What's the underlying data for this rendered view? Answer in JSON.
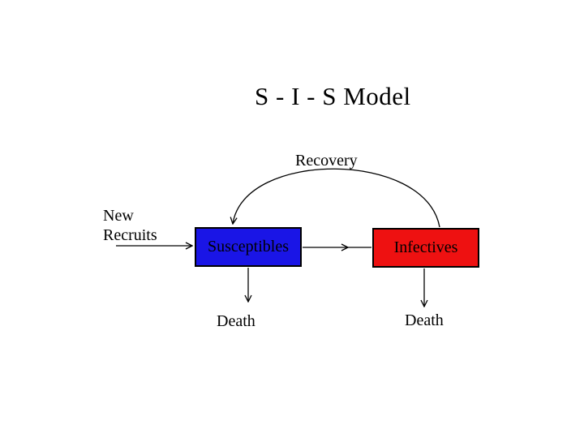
{
  "title": "S - I - S Model",
  "nodes": {
    "susceptibles": {
      "label": "Susceptibles",
      "color": "#1a15e6"
    },
    "infectives": {
      "label": "Infectives",
      "color": "#ee1111"
    }
  },
  "labels": {
    "recovery": "Recovery",
    "new_recruits": "New Recruits",
    "death_susceptibles": "Death",
    "death_infectives": "Death"
  },
  "edges": [
    {
      "name": "new-recruits-arrow",
      "from": "new-recruits",
      "to": "susceptibles"
    },
    {
      "name": "infection-arrow",
      "from": "susceptibles",
      "to": "infectives"
    },
    {
      "name": "recovery-arrow",
      "from": "infectives",
      "to": "susceptibles",
      "label": "Recovery"
    },
    {
      "name": "death-arrow-susceptibles",
      "from": "susceptibles",
      "to": "death"
    },
    {
      "name": "death-arrow-infectives",
      "from": "infectives",
      "to": "death"
    }
  ],
  "colors": {
    "background": "#ffffff",
    "line": "#000000",
    "text": "#000000"
  }
}
